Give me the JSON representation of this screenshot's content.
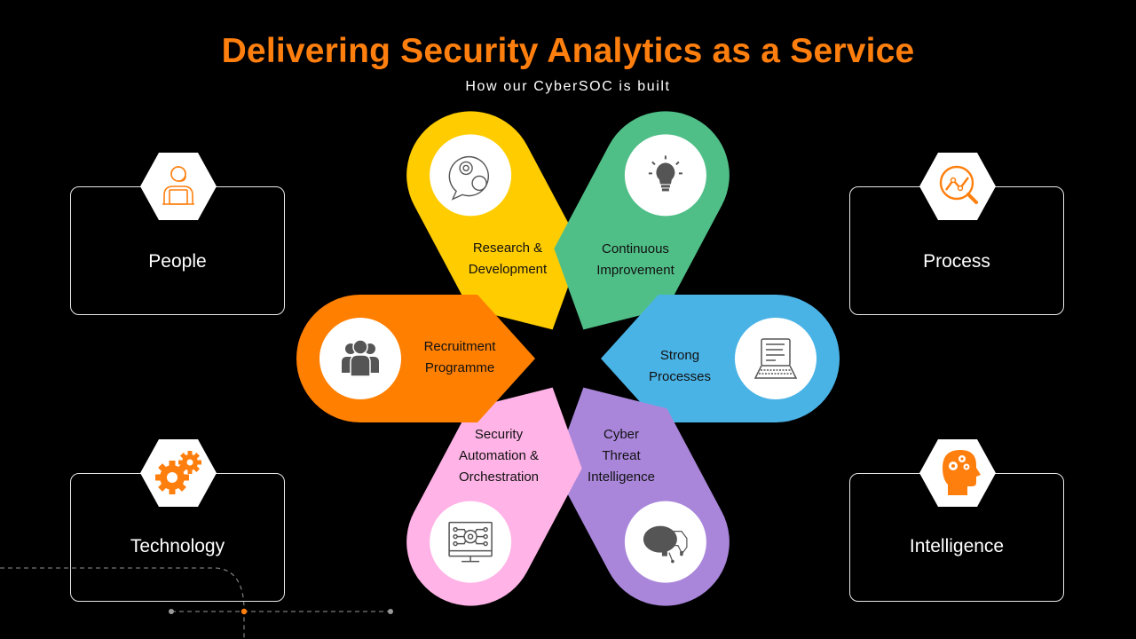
{
  "header": {
    "title": "Delivering Security Analytics as a Service",
    "subtitle": "How our CyberSOC is built"
  },
  "colors": {
    "accent": "#FF7F0E",
    "background": "#000000",
    "icon_gray": "#555555"
  },
  "pillars": [
    {
      "id": "people",
      "label": "People",
      "icon": "support-agent-icon"
    },
    {
      "id": "process",
      "label": "Process",
      "icon": "analytics-search-icon"
    },
    {
      "id": "technology",
      "label": "Technology",
      "icon": "gears-icon"
    },
    {
      "id": "intelligence",
      "label": "Intelligence",
      "icon": "head-gears-icon"
    }
  ],
  "petals": [
    {
      "id": "research",
      "lines": [
        "Research &",
        "Development"
      ],
      "color": "#FFCC00",
      "icon": "chat-gears-icon"
    },
    {
      "id": "continuous",
      "lines": [
        "Continuous",
        "Improvement"
      ],
      "color": "#50BF87",
      "icon": "lightbulb-icon"
    },
    {
      "id": "processes",
      "lines": [
        "Strong",
        "Processes"
      ],
      "color": "#4AB3E6",
      "icon": "laptop-icon"
    },
    {
      "id": "cti",
      "lines": [
        "Cyber",
        "Threat",
        "Intelligence"
      ],
      "color": "#A986DA",
      "icon": "brain-circuit-icon"
    },
    {
      "id": "soar",
      "lines": [
        "Security",
        "Automation &",
        "Orchestration"
      ],
      "color": "#FFB3E6",
      "icon": "monitor-gear-icon"
    },
    {
      "id": "recruitment",
      "lines": [
        "Recruitment",
        "Programme"
      ],
      "color": "#FF7F00",
      "icon": "team-icon"
    }
  ]
}
